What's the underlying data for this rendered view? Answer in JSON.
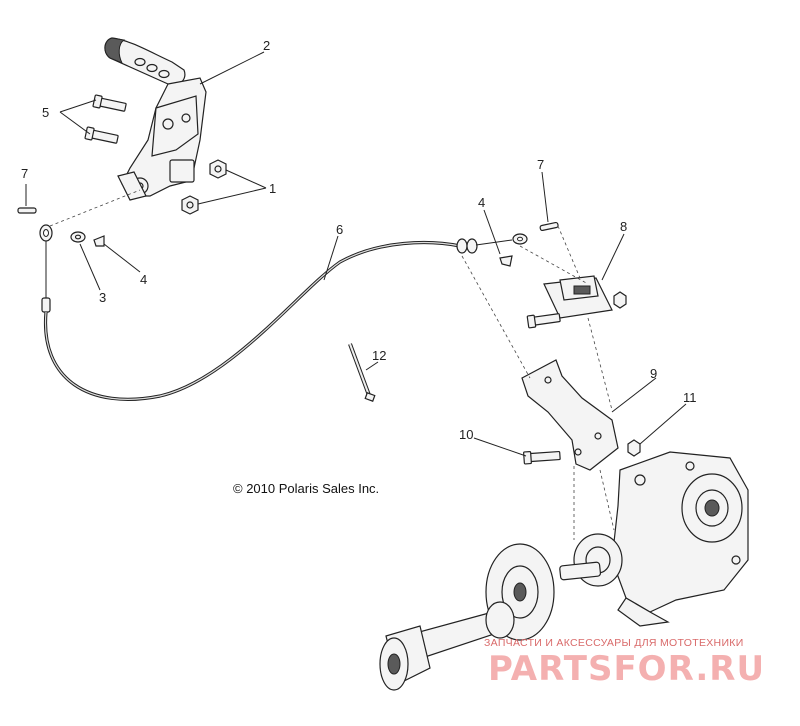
{
  "callouts": [
    {
      "id": "label-1",
      "text": "1"
    },
    {
      "id": "label-2",
      "text": "2"
    },
    {
      "id": "label-3",
      "text": "3"
    },
    {
      "id": "label-4a",
      "text": "4"
    },
    {
      "id": "label-4b",
      "text": "4"
    },
    {
      "id": "label-5",
      "text": "5"
    },
    {
      "id": "label-6",
      "text": "6"
    },
    {
      "id": "label-7a",
      "text": "7"
    },
    {
      "id": "label-7b",
      "text": "7"
    },
    {
      "id": "label-8",
      "text": "8"
    },
    {
      "id": "label-9",
      "text": "9"
    },
    {
      "id": "label-10",
      "text": "10"
    },
    {
      "id": "label-11",
      "text": "11"
    },
    {
      "id": "label-12",
      "text": "12"
    }
  ],
  "copyright": "© 2010 Polaris Sales Inc.",
  "watermark": {
    "tagline": "ЗАПЧАСТИ И АКСЕССУАРЫ ДЛЯ МОТОТЕХНИКИ",
    "brand": "PARTSFOR.RU",
    "color": "#e88a8a"
  }
}
